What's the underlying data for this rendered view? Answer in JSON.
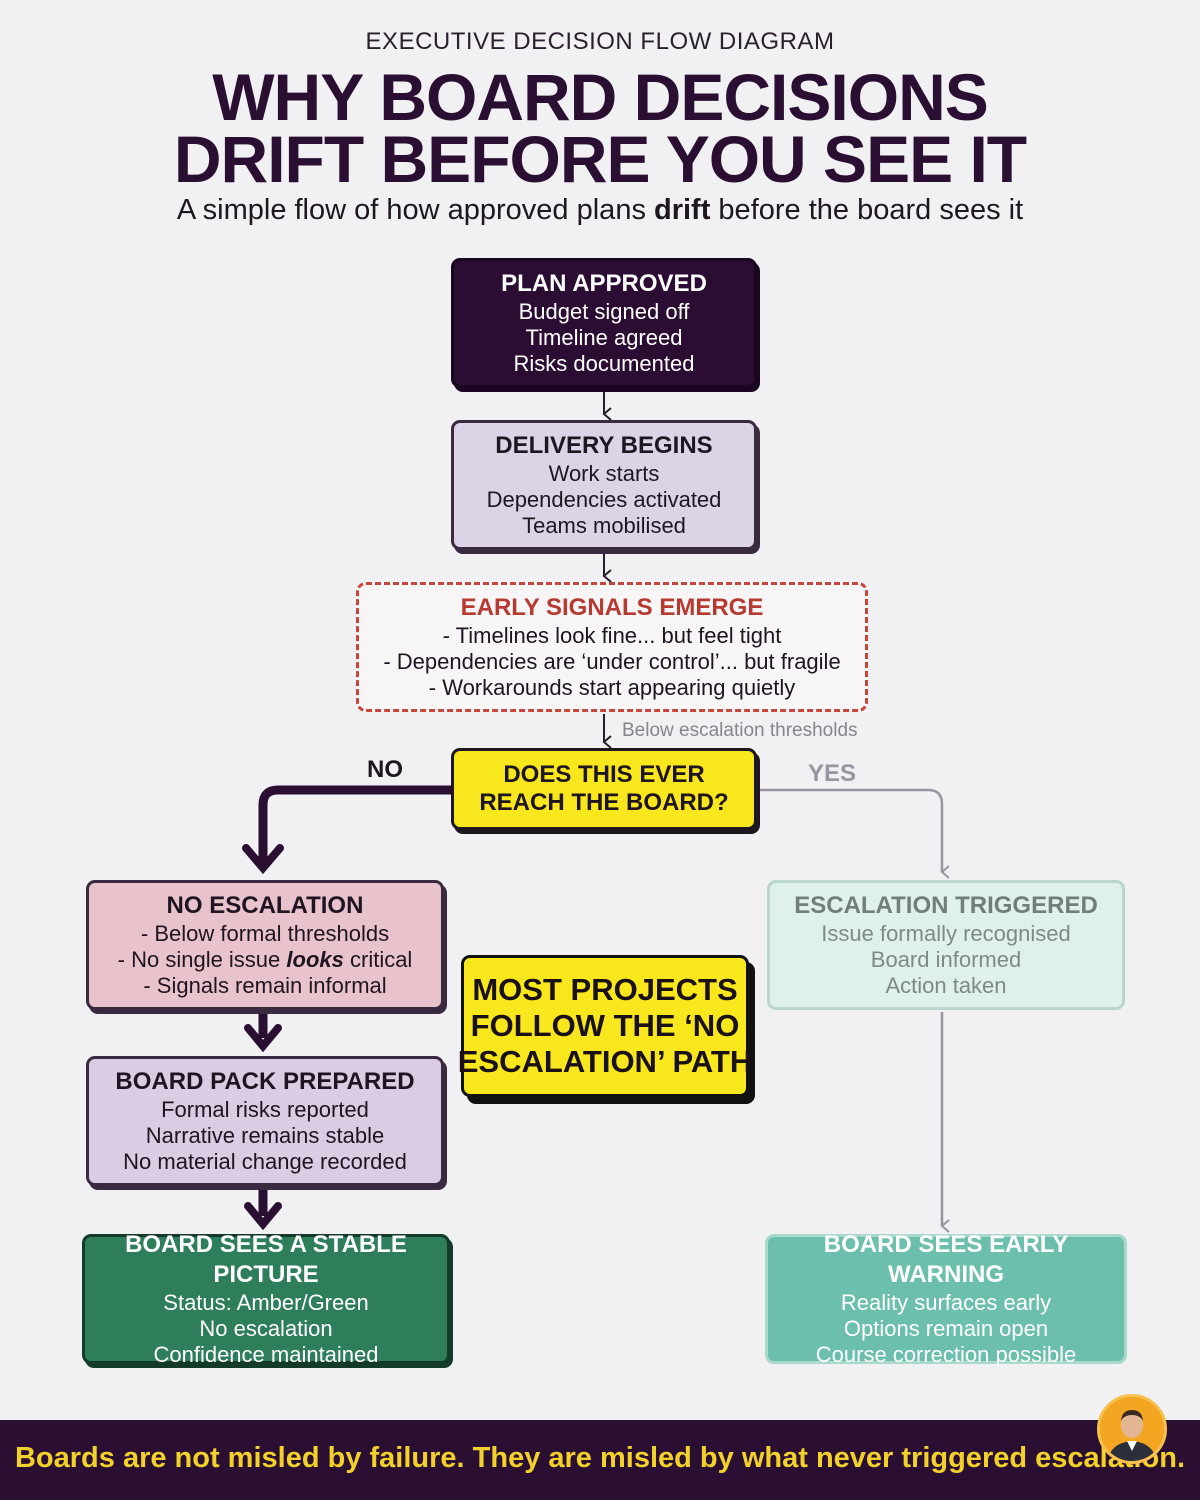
{
  "header": {
    "kicker": "EXECUTIVE DECISION FLOW DIAGRAM",
    "title_line1": "WHY BOARD DECISIONS",
    "title_line2": "DRIFT BEFORE YOU SEE IT",
    "subtitle_before": "A simple flow of how approved plans ",
    "subtitle_bold": "drift",
    "subtitle_after": " before the board sees it"
  },
  "nodes": {
    "plan": {
      "title": "PLAN APPROVED",
      "lines": [
        "Budget signed off",
        "Timeline agreed",
        "Risks documented"
      ]
    },
    "delivery": {
      "title": "DELIVERY BEGINS",
      "lines": [
        "Work starts",
        "Dependencies activated",
        "Teams mobilised"
      ]
    },
    "signals": {
      "title": "EARLY SIGNALS EMERGE",
      "lines": [
        "- Timelines look fine... but feel tight",
        "- Dependencies are ‘under control’... but fragile",
        "- Workarounds start appearing quietly"
      ]
    },
    "question": {
      "line1": "DOES THIS EVER",
      "line2": "REACH THE BOARD?"
    },
    "no_escalation": {
      "title": "NO ESCALATION",
      "line1": "- Below formal thresholds",
      "line2_before": "- No single issue ",
      "line2_emph": "looks",
      "line2_after": " critical",
      "line3": "- Signals remain informal"
    },
    "board_pack": {
      "title": "BOARD PACK PREPARED",
      "lines": [
        "Formal risks reported",
        "Narrative remains stable",
        "No material change recorded"
      ]
    },
    "stable": {
      "title": "BOARD SEES A STABLE PICTURE",
      "lines": [
        "Status: Amber/Green",
        "No escalation",
        "Confidence maintained"
      ]
    },
    "escalation": {
      "title": "ESCALATION TRIGGERED",
      "lines": [
        "Issue formally recognised",
        "Board informed",
        "Action taken"
      ]
    },
    "warning": {
      "title": "BOARD SEES EARLY WARNING",
      "lines": [
        "Reality surfaces early",
        "Options remain open",
        "Course correction possible"
      ]
    }
  },
  "labels": {
    "no": "NO",
    "yes": "YES",
    "below_thresholds": "Below escalation thresholds"
  },
  "callout": {
    "lines": [
      "MOST PROJECTS",
      "FOLLOW THE ‘NO",
      "ESCALATION’ PATH"
    ]
  },
  "footer": {
    "text": "Boards are not misled by failure. They are misled by what never triggered escalation."
  },
  "colors": {
    "dark_purple": "#2b0d33",
    "lavender": "#dcd3e6",
    "warning_red": "#b73a30",
    "yellow": "#f8e71c",
    "pink": "#e8c3cb",
    "green": "#2e7d5b",
    "mint": "#dff1ec",
    "teal": "#6dbfad",
    "footer_text": "#f2d22a"
  }
}
